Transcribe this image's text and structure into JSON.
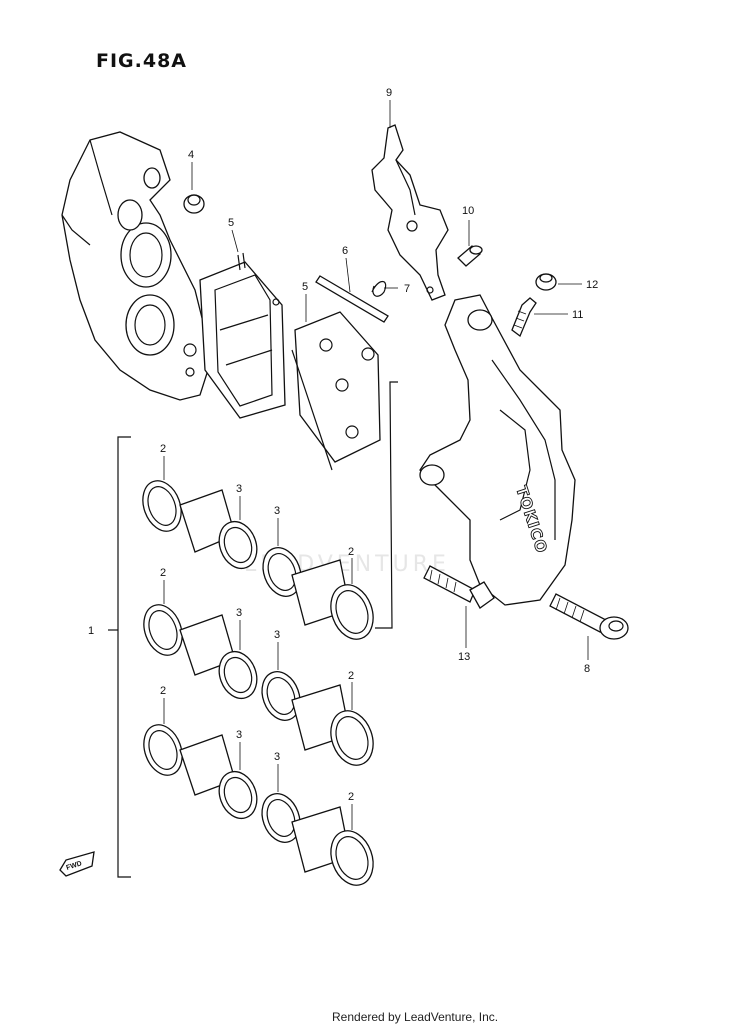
{
  "figure": {
    "title": "FIG.48A"
  },
  "callouts": {
    "c1": "1",
    "c2a": "2",
    "c2b": "2",
    "c2c": "2",
    "c2d": "2",
    "c2e": "2",
    "c2f": "2",
    "c3a": "3",
    "c3b": "3",
    "c3c": "3",
    "c3d": "3",
    "c3e": "3",
    "c3f": "3",
    "c4": "4",
    "c5a": "5",
    "c5b": "5",
    "c6": "6",
    "c7": "7",
    "c8": "8",
    "c9": "9",
    "c10": "10",
    "c11": "11",
    "c12": "12",
    "c13": "13"
  },
  "caliper_marking": "TOKICO",
  "fwd_label": "FWD",
  "watermark": "LEADVENTURE",
  "footer": "Rendered by LeadVenture, Inc."
}
